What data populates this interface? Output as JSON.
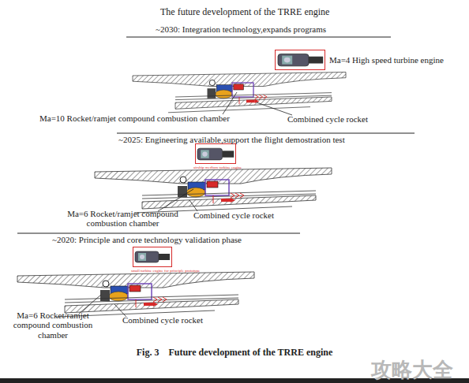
{
  "diagram": {
    "title": "The future development of the TRRE engine",
    "caption": "Fig. 3    Future development of the TRRE engine",
    "nodes": [
      {
        "text": [
          "Ma=4 High speed turbine engine"
        ]
      },
      {
        "text": [
          "airship medium turbine engine"
        ]
      },
      {
        "text": [
          "small turbine engine for principle prototype"
        ]
      }
    ],
    "edges": [],
    "labels": [
      "~2030: Integration technology,expands programs",
      "Ma=10 Rocket/ramjet compound combustion chamber",
      "Combined cycle rocket",
      "~2025: Engineering available,support the flight demostration test",
      "Ma=6 Rocket/ramjet compound combustion chamber",
      "Combined cycle rocket",
      "~2020: Principle and core technology validation phase",
      "Ma=6 Rocket/ramjet compound combustion chamber",
      "Combined cycle rocket",
      "攻略大全"
    ]
  }
}
